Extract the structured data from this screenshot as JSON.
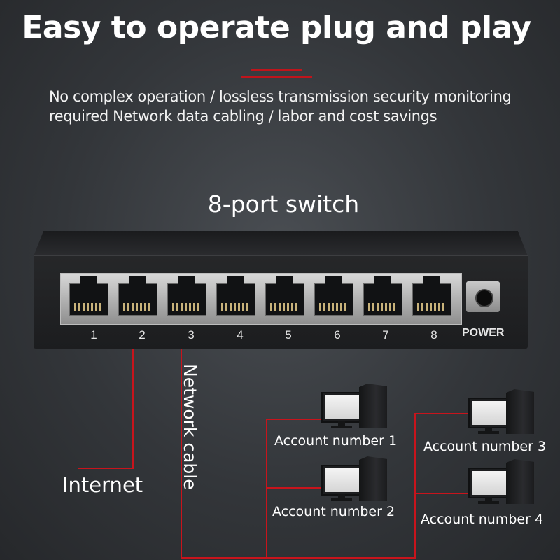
{
  "header": {
    "title": "Easy to operate plug and play",
    "subtitle_line1": "No complex operation / lossless transmission security monitoring",
    "subtitle_line2": "required  Network data cabling / labor and cost savings"
  },
  "device": {
    "title": "8-port switch",
    "ports": [
      "1",
      "2",
      "3",
      "4",
      "5",
      "6",
      "7",
      "8"
    ],
    "power_label": "POWER"
  },
  "diagram": {
    "internet_label": "Internet",
    "cable_label": "Network cable",
    "accounts": [
      "Account number 1",
      "Account number 2",
      "Account number 3",
      "Account number 4"
    ]
  },
  "colors": {
    "accent": "#c8141c",
    "background": "#3a3d41"
  }
}
